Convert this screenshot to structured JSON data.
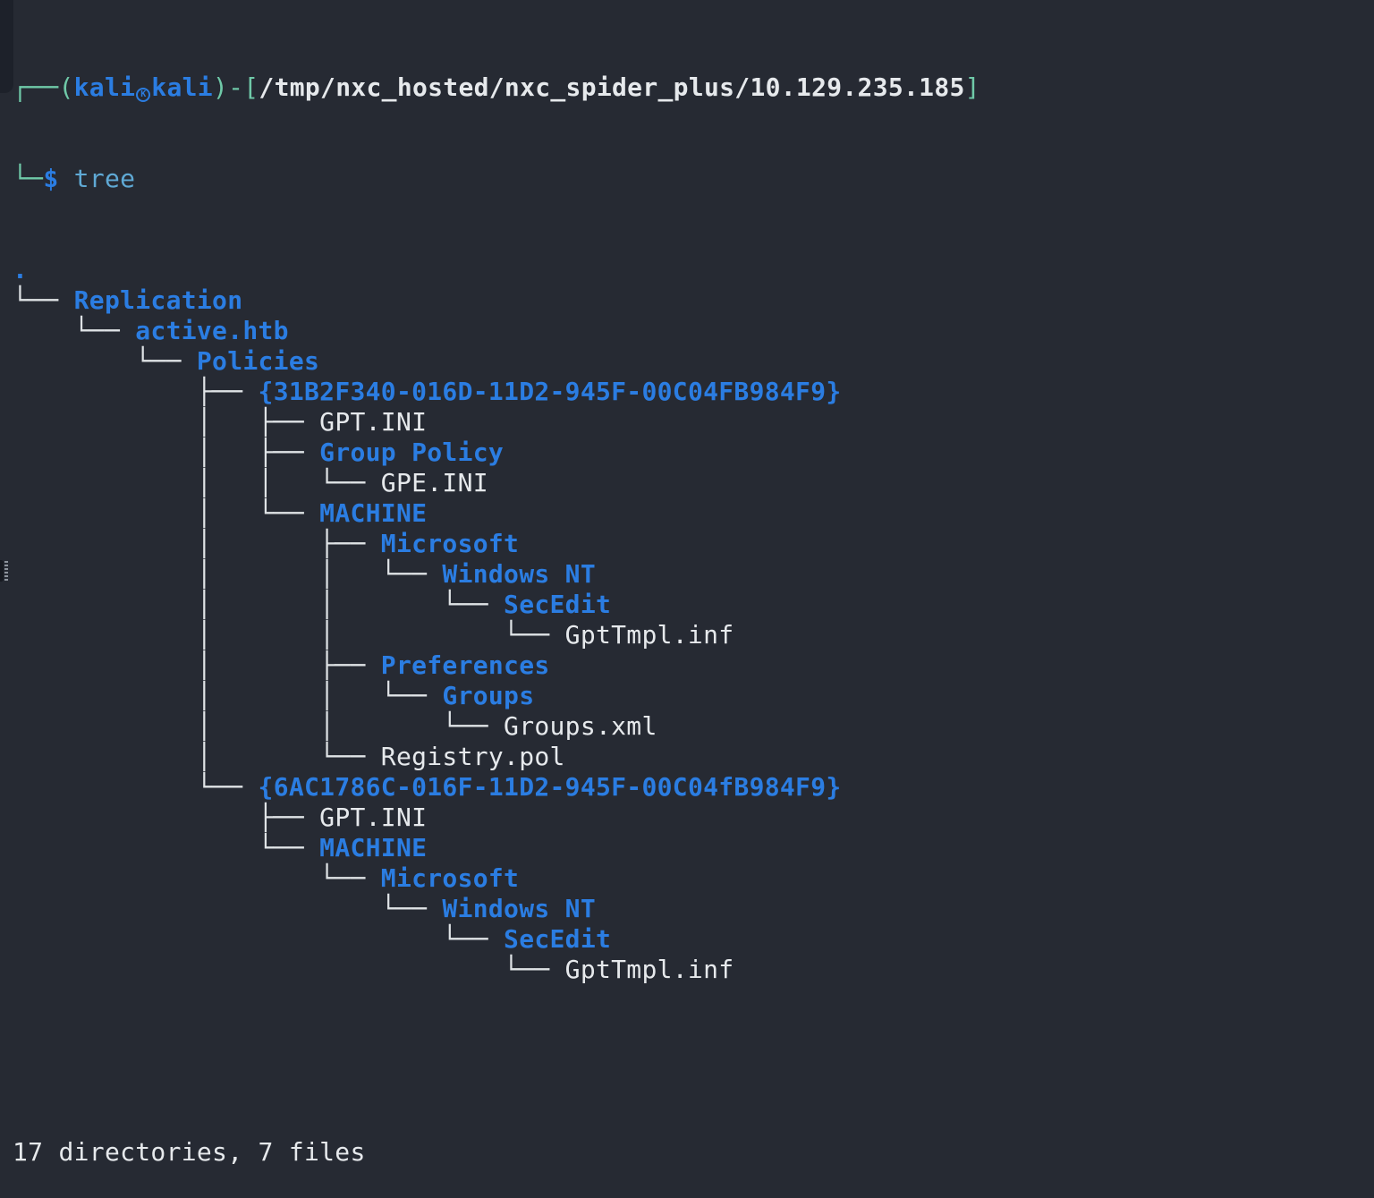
{
  "terminal": {
    "colors": {
      "bg": "#262a33",
      "blue": "#2b7de2",
      "teal": "#6fc9a8",
      "cmd": "#5fa9d5",
      "text": "#e6e9ec",
      "branch": "#dfe3e6",
      "scrollbar": "#1d212a",
      "dots": "#8d939c"
    },
    "prompt": {
      "frame_open": "┌──(",
      "user": "kali",
      "at_icon": "kali-at-circle-icon",
      "at_glyph": "K",
      "host": "kali",
      "separator": ")-[",
      "path": "/tmp/nxc_hosted/nxc_spider_plus/10.129.235.185",
      "frame_close": "]",
      "frame_line2": "└─",
      "dollar": "$",
      "command": "tree"
    },
    "tree": {
      "lines": [
        {
          "branch": "",
          "name": ".",
          "type": "dir"
        },
        {
          "branch": "└── ",
          "name": "Replication",
          "type": "dir"
        },
        {
          "branch": "    └── ",
          "name": "active.htb",
          "type": "dir"
        },
        {
          "branch": "        └── ",
          "name": "Policies",
          "type": "dir"
        },
        {
          "branch": "            ├── ",
          "name": "{31B2F340-016D-11D2-945F-00C04FB984F9}",
          "type": "dir"
        },
        {
          "branch": "            │   ├── ",
          "name": "GPT.INI",
          "type": "file"
        },
        {
          "branch": "            │   ├── ",
          "name": "Group Policy",
          "type": "dir"
        },
        {
          "branch": "            │   │   └── ",
          "name": "GPE.INI",
          "type": "file"
        },
        {
          "branch": "            │   └── ",
          "name": "MACHINE",
          "type": "dir"
        },
        {
          "branch": "            │       ├── ",
          "name": "Microsoft",
          "type": "dir"
        },
        {
          "branch": "            │       │   └── ",
          "name": "Windows NT",
          "type": "dir"
        },
        {
          "branch": "            │       │       └── ",
          "name": "SecEdit",
          "type": "dir"
        },
        {
          "branch": "            │       │           └── ",
          "name": "GptTmpl.inf",
          "type": "file"
        },
        {
          "branch": "            │       ├── ",
          "name": "Preferences",
          "type": "dir"
        },
        {
          "branch": "            │       │   └── ",
          "name": "Groups",
          "type": "dir"
        },
        {
          "branch": "            │       │       └── ",
          "name": "Groups.xml",
          "type": "file"
        },
        {
          "branch": "            │       └── ",
          "name": "Registry.pol",
          "type": "file"
        },
        {
          "branch": "            └── ",
          "name": "{6AC1786C-016F-11D2-945F-00C04fB984F9}",
          "type": "dir"
        },
        {
          "branch": "                ├── ",
          "name": "GPT.INI",
          "type": "file"
        },
        {
          "branch": "                └── ",
          "name": "MACHINE",
          "type": "dir"
        },
        {
          "branch": "                    └── ",
          "name": "Microsoft",
          "type": "dir"
        },
        {
          "branch": "                        └── ",
          "name": "Windows NT",
          "type": "dir"
        },
        {
          "branch": "                            └── ",
          "name": "SecEdit",
          "type": "dir"
        },
        {
          "branch": "                                └── ",
          "name": "GptTmpl.inf",
          "type": "file"
        }
      ],
      "summary": "17 directories, 7 files"
    }
  }
}
